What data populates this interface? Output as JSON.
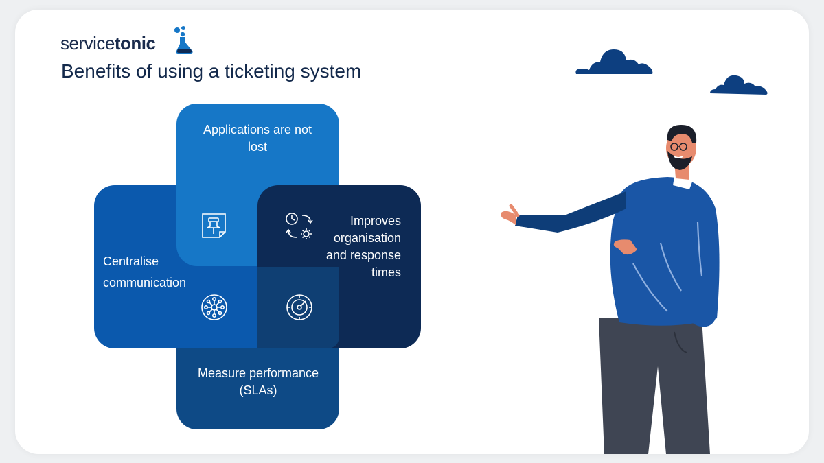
{
  "brand": {
    "logo_light": "service",
    "logo_bold": "tonic",
    "color_primary": "#1677c7",
    "color_dark": "#13294b"
  },
  "title": "Benefits of using a ticketing system",
  "benefits": [
    {
      "label": "Applications are not lost",
      "icon": "pushpin-note-icon",
      "color": "#1677c7"
    },
    {
      "label": "Improves organisation and response times",
      "icon": "clock-cycle-gear-icon",
      "color": "#0d2a55"
    },
    {
      "label": "Centralise communication",
      "icon": "network-hub-icon",
      "color": "#0b59ad"
    },
    {
      "label": "Measure performance (SLAs)",
      "icon": "speedometer-icon",
      "color": "#0e4a86"
    }
  ]
}
